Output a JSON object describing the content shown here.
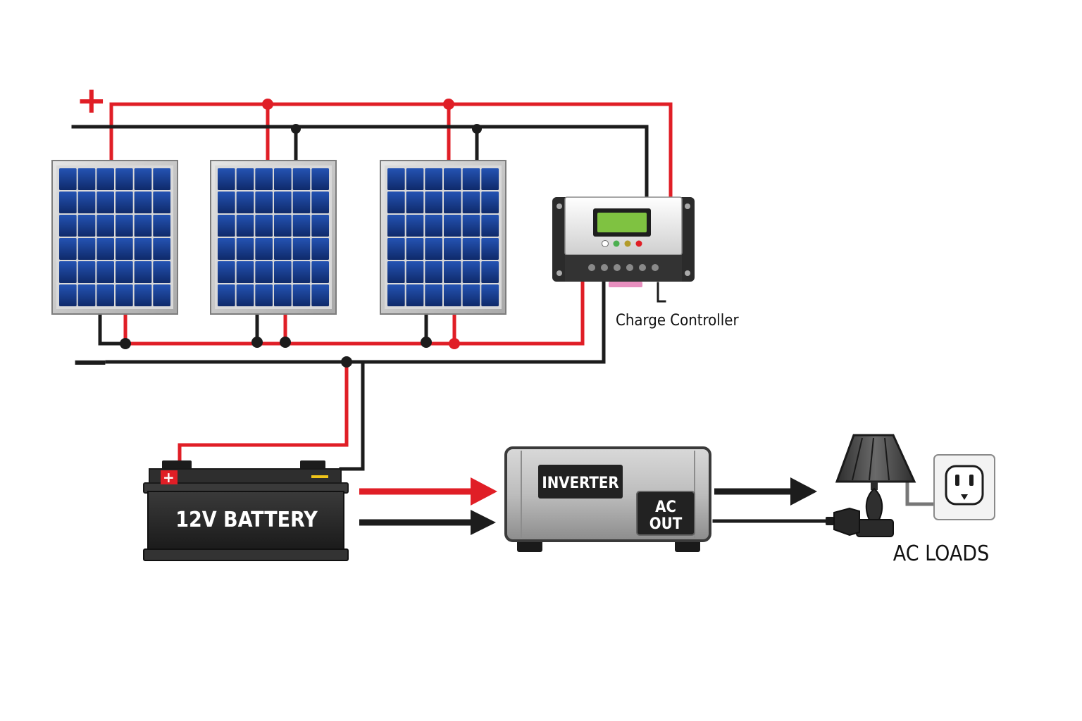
{
  "symbols": {
    "plus": "+",
    "minus": "—"
  },
  "labels": {
    "charge_controller": "Charge Controller",
    "battery": "12V BATTERY",
    "inverter": "INVERTER",
    "ac_out_line1": "AC",
    "ac_out_line2": "OUT",
    "ac_loads": "AC LOADS"
  },
  "colors": {
    "positive_wire": "#e01e26",
    "negative_wire": "#1c1c1c",
    "panel_cell": "#1a3f8f",
    "controller_display": "#7fc241",
    "battery_body": "#2a2a2a",
    "inverter_body": "#bfbfbf"
  },
  "icons": [
    "solar-panel-icon",
    "charge-controller-icon",
    "battery-icon",
    "inverter-icon",
    "lamp-icon",
    "wall-outlet-icon",
    "plug-icon",
    "arrow-right-icon"
  ]
}
